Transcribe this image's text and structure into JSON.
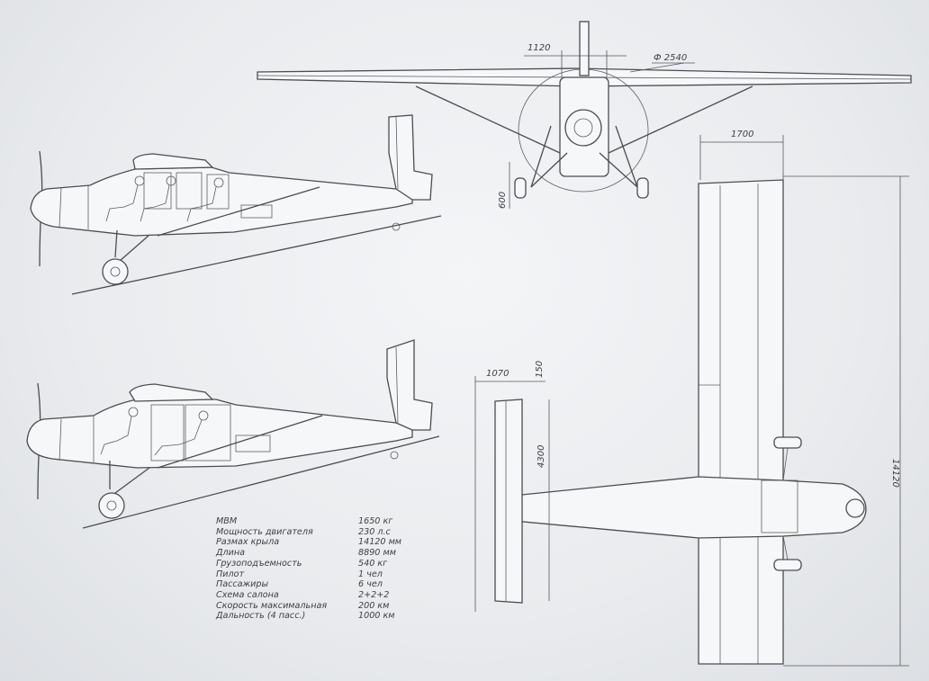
{
  "dimensions": {
    "nose_width": "1120",
    "prop_diameter": "Ф 2540",
    "gear_height": "600",
    "wing_chord": "1700",
    "wingspan": "14120",
    "tail_chord": "1070",
    "tail_offset": "150",
    "tail_span": "4300"
  },
  "specs": [
    {
      "label": "МВМ",
      "value": "1650 кг"
    },
    {
      "label": "Мощность двигателя",
      "value": "230 л.с"
    },
    {
      "label": "Размах крыла",
      "value": "14120 мм"
    },
    {
      "label": "Длина",
      "value": "8890 мм"
    },
    {
      "label": "Грузоподъемность",
      "value": "540 кг"
    },
    {
      "label": "Пилот",
      "value": "1 чел"
    },
    {
      "label": "Пассажиры",
      "value": "6 чел"
    },
    {
      "label": "Схема салона",
      "value": "2+2+2"
    },
    {
      "label": "Скорость максимальная",
      "value": "200 км"
    },
    {
      "label": "Дальность (4 пасс.)",
      "value": "1000 км"
    }
  ]
}
